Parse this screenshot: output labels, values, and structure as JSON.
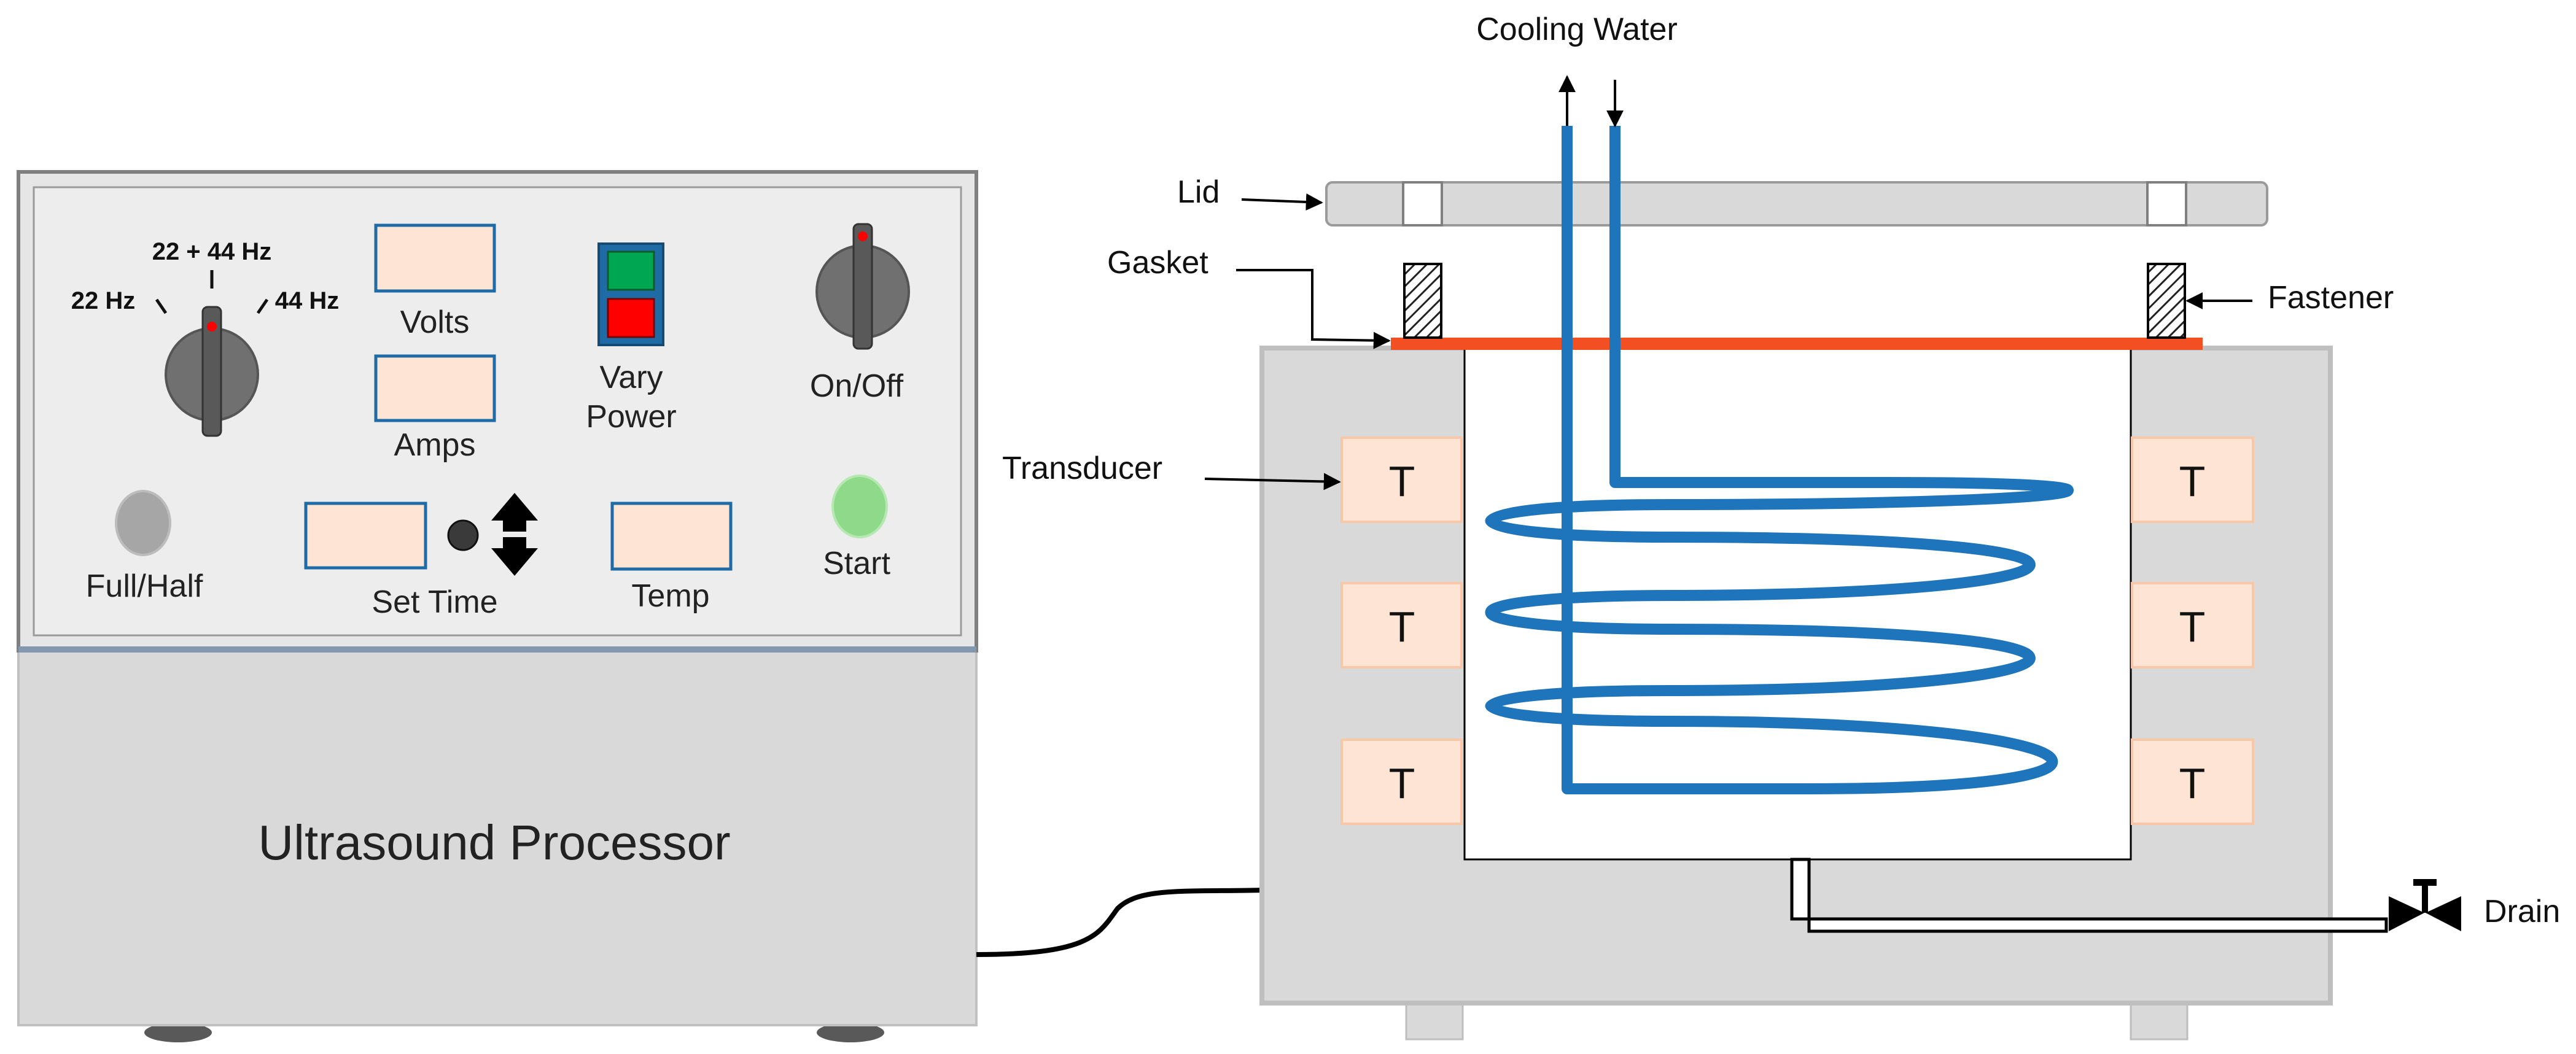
{
  "processor": {
    "title": "Ultrasound Processor",
    "freq_labels": {
      "dual": "22 + 44 Hz",
      "low": "22 Hz",
      "high": "44 Hz"
    },
    "volts_label": "Volts",
    "amps_label": "Amps",
    "vary_power_line1": "Vary",
    "vary_power_line2": "Power",
    "onoff_label": "On/Off",
    "full_half_label": "Full/Half",
    "set_time_label": "Set Time",
    "temp_label": "Temp",
    "start_label": "Start",
    "colors": {
      "panel": "#ebebeb",
      "body": "#d9d9d9",
      "display": "#fde4d4",
      "display_border": "#1f6ba6",
      "knob": "#707070",
      "indicator": "#ff0000",
      "vary_up": "#00a651",
      "vary_down": "#ff0000",
      "start_button": "#8fd98a",
      "full_half_button": "#a6a6a6"
    }
  },
  "reactor": {
    "labels": {
      "cooling_water": "Cooling Water",
      "lid": "Lid",
      "gasket": "Gasket",
      "fastener": "Fastener",
      "transducer": "Transducer",
      "drain": "Drain"
    },
    "transducer_letter": "T",
    "colors": {
      "coil": "#1f75bb",
      "gasket": "#f25022",
      "housing": "#d9d9d9",
      "transducer_fill": "#fde4d4",
      "transducer_border": "#f8c7a8"
    }
  }
}
